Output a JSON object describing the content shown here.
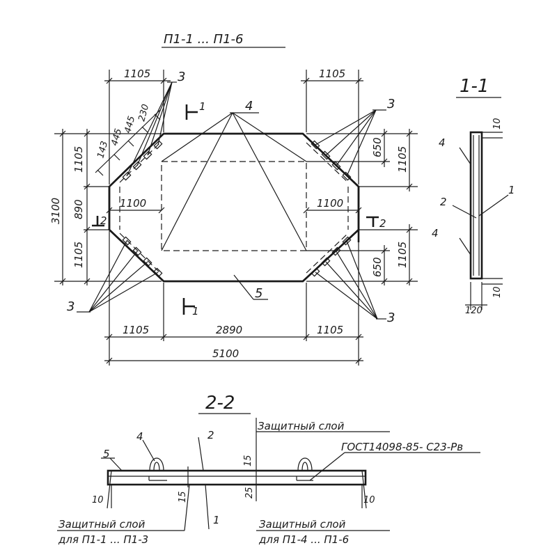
{
  "titles": {
    "plan": "П1-1 ... П1-6",
    "section_1_1": "1-1",
    "section_2_2": "2-2"
  },
  "plan_dimensions": {
    "top_left": "1105",
    "top_right": "1105",
    "left_top": "1105",
    "left_mid": "890",
    "left_bottom": "1105",
    "total_height": "3100",
    "inner_left": "1100",
    "inner_right": "1100",
    "right_top_inner": "650",
    "right_top": "1105",
    "right_bottom_inner": "650",
    "right_bottom": "1105",
    "bottom_left": "1105",
    "bottom_mid": "2890",
    "bottom_right": "1105",
    "total_width": "5100",
    "chain_1": "143",
    "chain_2": "445",
    "chain_3": "445",
    "chain_4": "230"
  },
  "section_marks": {
    "cut_1_top": "1",
    "cut_1_bottom": "1",
    "cut_2_left": "2",
    "cut_2_right": "2"
  },
  "callouts": {
    "item_1": "1",
    "item_2": "2",
    "item_3": "3",
    "item_4": "4",
    "item_5": "5"
  },
  "section_1_1_dims": {
    "top_cover": "10",
    "bottom_cover": "10",
    "thickness": "120"
  },
  "section_2_2_labels": {
    "protective_layer": "Защитный слой",
    "gost_note": "ГОСТ14098-85- С23-Рв",
    "protective_left_line1": "Защитный слой",
    "protective_left_line2": "для П1-1 ... П1-3",
    "protective_right_line1": "Защитный слой",
    "protective_right_line2": "для П1-4 ... П1-6",
    "dim_15_top": "15",
    "dim_15_left": "15",
    "dim_25": "25",
    "dim_10_left": "10",
    "dim_10_right": "10"
  }
}
